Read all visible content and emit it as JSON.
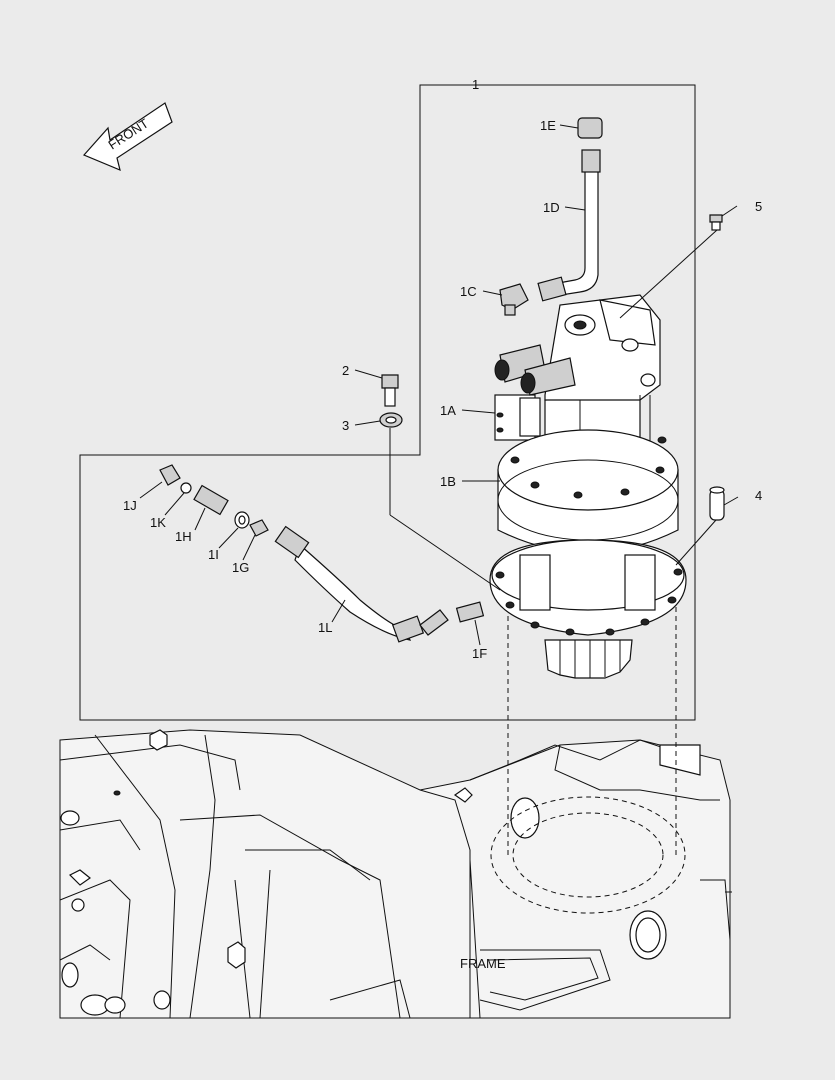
{
  "direction_label": "FRONT",
  "frame_label": "FRAME",
  "callouts": {
    "c1": "1",
    "c1A": "1A",
    "c1B": "1B",
    "c1C": "1C",
    "c1D": "1D",
    "c1E": "1E",
    "c1F": "1F",
    "c1G": "1G",
    "c1H": "1H",
    "c1I": "1I",
    "c1J": "1J",
    "c1K": "1K",
    "c1L": "1L",
    "c2": "2",
    "c3": "3",
    "c4": "4",
    "c5": "5"
  }
}
